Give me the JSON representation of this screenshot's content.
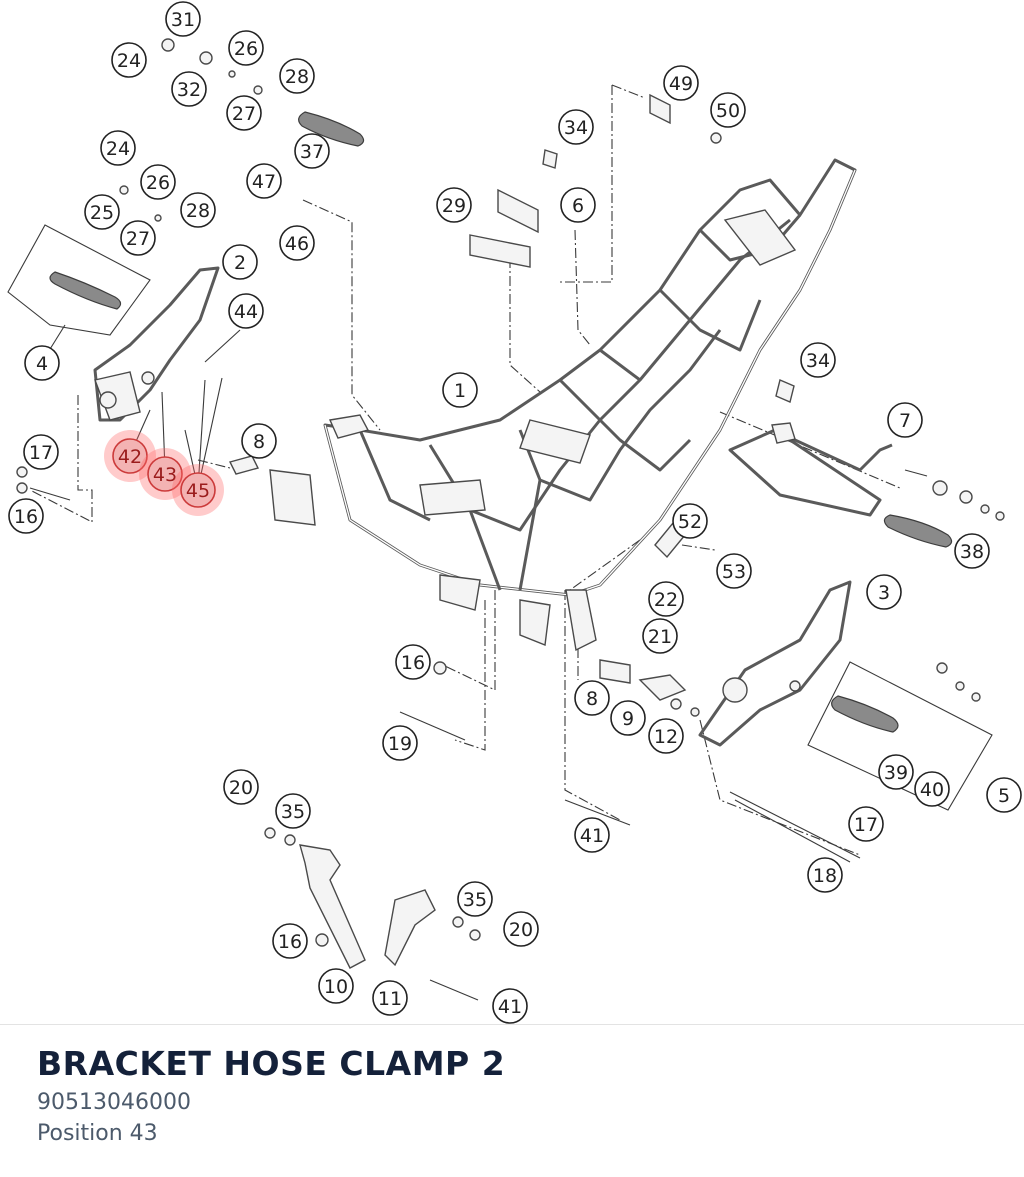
{
  "diagram": {
    "highlight_color": "#ff6b6b",
    "callouts": [
      {
        "id": "c31",
        "label": "31",
        "highlighted": false
      },
      {
        "id": "c24a",
        "label": "24",
        "highlighted": false
      },
      {
        "id": "c26a",
        "label": "26",
        "highlighted": false
      },
      {
        "id": "c32",
        "label": "32",
        "highlighted": false
      },
      {
        "id": "c28a",
        "label": "28",
        "highlighted": false
      },
      {
        "id": "c27a",
        "label": "27",
        "highlighted": false
      },
      {
        "id": "c37",
        "label": "37",
        "highlighted": false
      },
      {
        "id": "c24b",
        "label": "24",
        "highlighted": false
      },
      {
        "id": "c26b",
        "label": "26",
        "highlighted": false
      },
      {
        "id": "c25",
        "label": "25",
        "highlighted": false
      },
      {
        "id": "c28b",
        "label": "28",
        "highlighted": false
      },
      {
        "id": "c27b",
        "label": "27",
        "highlighted": false
      },
      {
        "id": "c47",
        "label": "47",
        "highlighted": false
      },
      {
        "id": "c46",
        "label": "46",
        "highlighted": false
      },
      {
        "id": "c2",
        "label": "2",
        "highlighted": false
      },
      {
        "id": "c44",
        "label": "44",
        "highlighted": false
      },
      {
        "id": "c4",
        "label": "4",
        "highlighted": false
      },
      {
        "id": "c17a",
        "label": "17",
        "highlighted": false
      },
      {
        "id": "c16a",
        "label": "16",
        "highlighted": false
      },
      {
        "id": "c42",
        "label": "42",
        "highlighted": true
      },
      {
        "id": "c43",
        "label": "43",
        "highlighted": true
      },
      {
        "id": "c45",
        "label": "45",
        "highlighted": true
      },
      {
        "id": "c8a",
        "label": "8",
        "highlighted": false
      },
      {
        "id": "c1",
        "label": "1",
        "highlighted": false
      },
      {
        "id": "c34a",
        "label": "34",
        "highlighted": false
      },
      {
        "id": "c29",
        "label": "29",
        "highlighted": false
      },
      {
        "id": "c6",
        "label": "6",
        "highlighted": false
      },
      {
        "id": "c49",
        "label": "49",
        "highlighted": false
      },
      {
        "id": "c50",
        "label": "50",
        "highlighted": false
      },
      {
        "id": "c34b",
        "label": "34",
        "highlighted": false
      },
      {
        "id": "c7",
        "label": "7",
        "highlighted": false
      },
      {
        "id": "c38",
        "label": "38",
        "highlighted": false
      },
      {
        "id": "c52",
        "label": "52",
        "highlighted": false
      },
      {
        "id": "c53",
        "label": "53",
        "highlighted": false
      },
      {
        "id": "c22",
        "label": "22",
        "highlighted": false
      },
      {
        "id": "c21",
        "label": "21",
        "highlighted": false
      },
      {
        "id": "c3",
        "label": "3",
        "highlighted": false
      },
      {
        "id": "c16b",
        "label": "16",
        "highlighted": false
      },
      {
        "id": "c8b",
        "label": "8",
        "highlighted": false
      },
      {
        "id": "c9",
        "label": "9",
        "highlighted": false
      },
      {
        "id": "c12",
        "label": "12",
        "highlighted": false
      },
      {
        "id": "c19",
        "label": "19",
        "highlighted": false
      },
      {
        "id": "c39",
        "label": "39",
        "highlighted": false
      },
      {
        "id": "c40",
        "label": "40",
        "highlighted": false
      },
      {
        "id": "c5",
        "label": "5",
        "highlighted": false
      },
      {
        "id": "c20a",
        "label": "20",
        "highlighted": false
      },
      {
        "id": "c35a",
        "label": "35",
        "highlighted": false
      },
      {
        "id": "c41a",
        "label": "41",
        "highlighted": false
      },
      {
        "id": "c17b",
        "label": "17",
        "highlighted": false
      },
      {
        "id": "c18",
        "label": "18",
        "highlighted": false
      },
      {
        "id": "c35b",
        "label": "35",
        "highlighted": false
      },
      {
        "id": "c20b",
        "label": "20",
        "highlighted": false
      },
      {
        "id": "c16c",
        "label": "16",
        "highlighted": false
      },
      {
        "id": "c10",
        "label": "10",
        "highlighted": false
      },
      {
        "id": "c11",
        "label": "11",
        "highlighted": false
      },
      {
        "id": "c41b",
        "label": "41",
        "highlighted": false
      }
    ]
  },
  "part": {
    "title": "BRACKET HOSE CLAMP 2",
    "number": "90513046000",
    "position_text": "Position 43"
  }
}
